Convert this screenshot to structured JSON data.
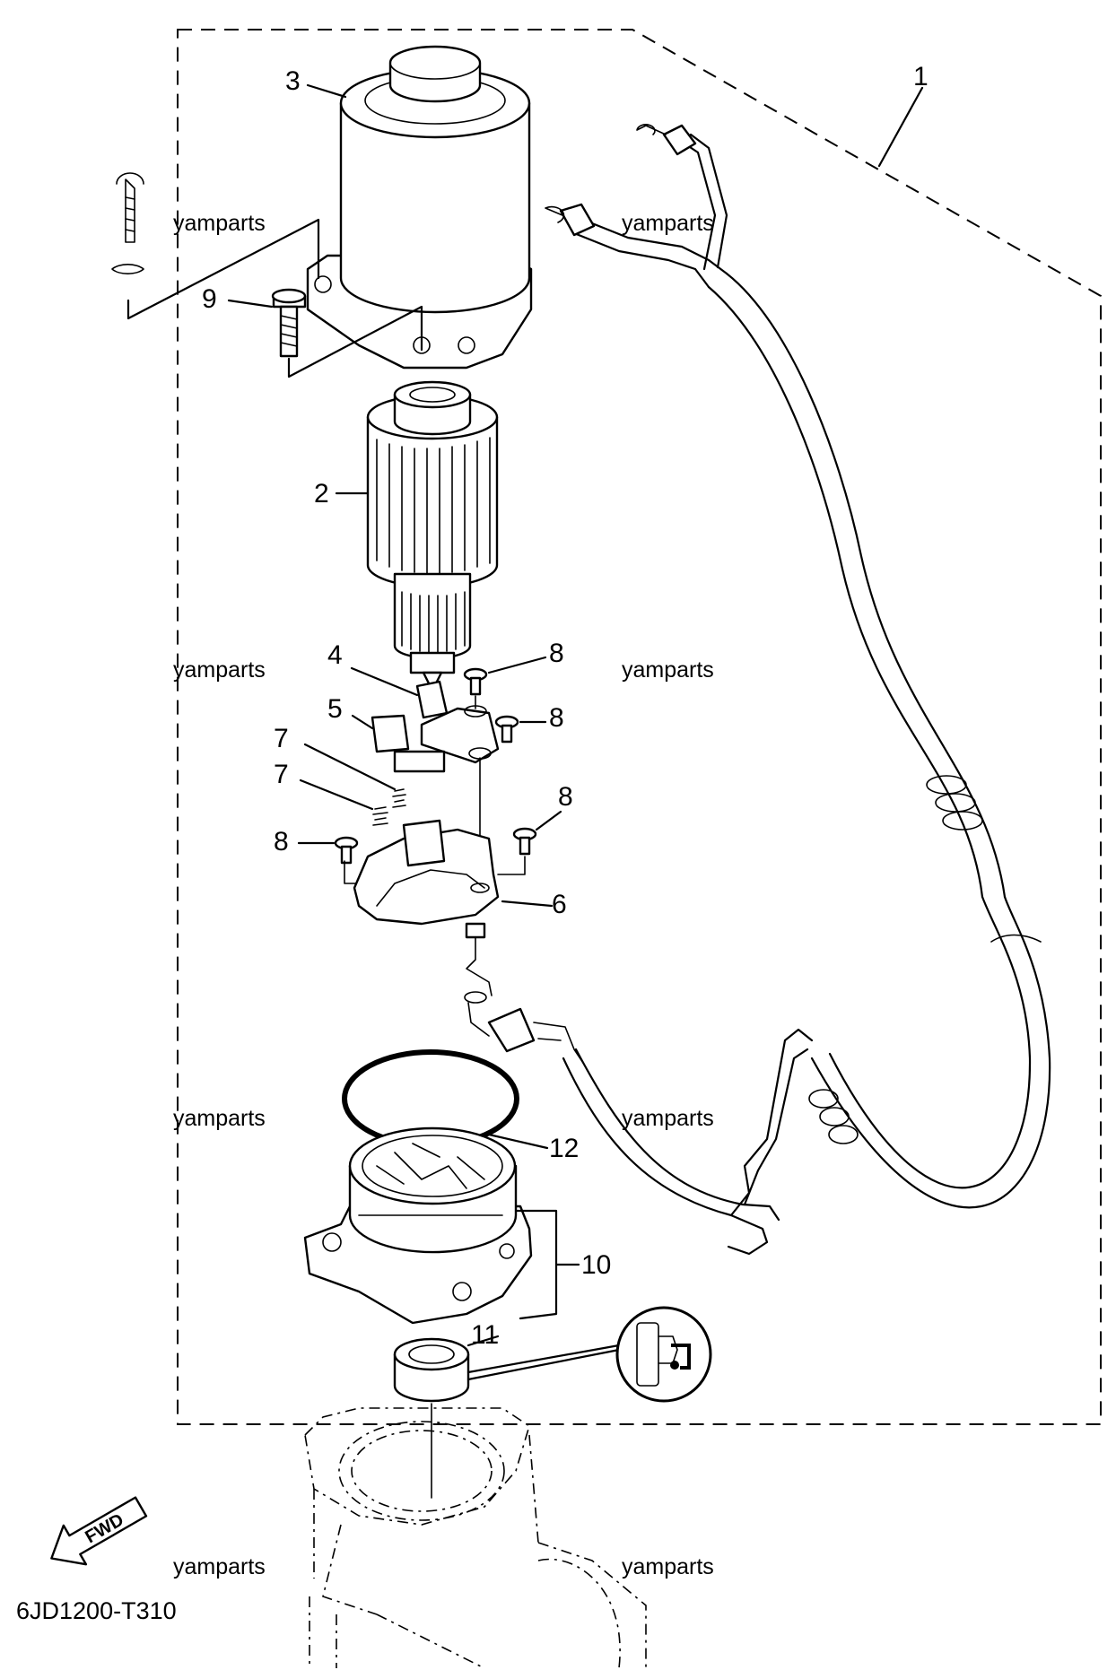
{
  "diagram": {
    "code": "6JD1200-T310",
    "watermark": "yamparts",
    "fwd_label": "FWD",
    "callouts": [
      "1",
      "2",
      "3",
      "4",
      "5",
      "6",
      "7",
      "7",
      "8",
      "8",
      "8",
      "8",
      "9",
      "10",
      "11",
      "12"
    ]
  }
}
